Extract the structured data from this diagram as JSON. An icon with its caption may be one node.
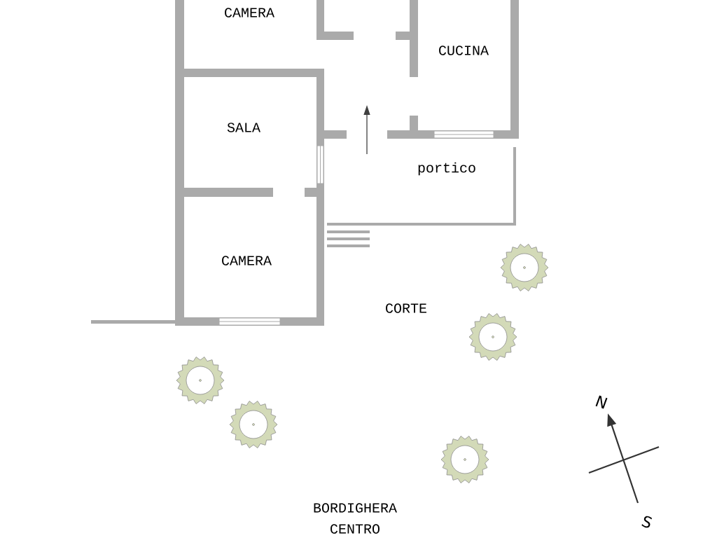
{
  "diagram": {
    "labels": [
      "CAMERA",
      "CUCINA",
      "SALA",
      "portico",
      "CAMERA",
      "CORTE",
      "BORDIGHERA CENTRO",
      "N",
      "S"
    ]
  }
}
